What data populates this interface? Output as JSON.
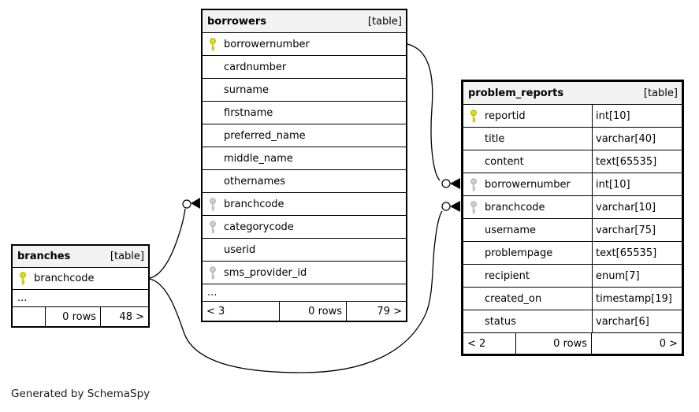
{
  "note": "Generated by SchemaSpy",
  "colors": {
    "primary_key": "#e3e300",
    "primary_key_stroke": "#b0b000",
    "foreign_key": "#cfcfcf",
    "foreign_key_stroke": "#adadad",
    "header_bg": "#f2f2f2",
    "line": "#000000"
  },
  "tables": [
    {
      "name": "borrowers",
      "badge": "[table]",
      "columns": [
        {
          "name": "borrowernumber",
          "key": "primary"
        },
        {
          "name": "cardnumber"
        },
        {
          "name": "surname"
        },
        {
          "name": "firstname"
        },
        {
          "name": "preferred_name"
        },
        {
          "name": "middle_name"
        },
        {
          "name": "othernames"
        },
        {
          "name": "branchcode",
          "key": "foreign"
        },
        {
          "name": "categorycode",
          "key": "foreign"
        },
        {
          "name": "userid"
        },
        {
          "name": "sms_provider_id",
          "key": "foreign"
        }
      ],
      "truncated": "...",
      "footer": [
        "< 3",
        "0 rows",
        "79 >"
      ]
    },
    {
      "name": "branches",
      "badge": "[table]",
      "columns": [
        {
          "name": "branchcode",
          "key": "primary"
        }
      ],
      "truncated": "...",
      "footer": [
        "",
        "0 rows",
        "48 >"
      ]
    },
    {
      "name": "problem_reports",
      "badge": "[table]",
      "columns": [
        {
          "name": "reportid",
          "type": "int[10]",
          "key": "primary"
        },
        {
          "name": "title",
          "type": "varchar[40]"
        },
        {
          "name": "content",
          "type": "text[65535]"
        },
        {
          "name": "borrowernumber",
          "type": "int[10]",
          "key": "foreign"
        },
        {
          "name": "branchcode",
          "type": "varchar[10]",
          "key": "foreign"
        },
        {
          "name": "username",
          "type": "varchar[75]"
        },
        {
          "name": "problempage",
          "type": "text[65535]"
        },
        {
          "name": "recipient",
          "type": "enum[7]"
        },
        {
          "name": "created_on",
          "type": "timestamp[19]"
        },
        {
          "name": "status",
          "type": "varchar[6]"
        }
      ],
      "footer": [
        "< 2",
        "0 rows",
        "0 >"
      ]
    }
  ],
  "relationships": [
    {
      "from": "borrowers.borrowernumber",
      "to": "problem_reports.borrowernumber"
    },
    {
      "from": "branches.branchcode",
      "to": "borrowers.branchcode"
    },
    {
      "from": "branches.branchcode",
      "to": "problem_reports.branchcode"
    }
  ]
}
